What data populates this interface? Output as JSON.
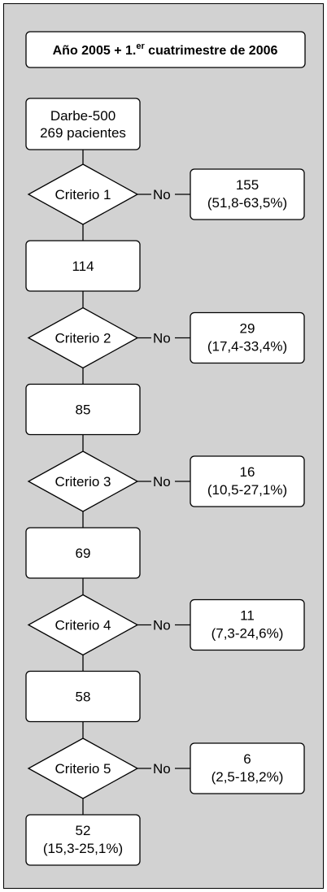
{
  "title": {
    "prefix": "Año 2005 + 1.",
    "superscript": "er",
    "suffix": " cuatrimestre de 2006"
  },
  "start": {
    "line1": "Darbe-500",
    "line2": "269 pacientes"
  },
  "steps": [
    {
      "criterion": "Criterio 1",
      "no_label": "No",
      "excluded_count": "155",
      "excluded_range": "(51,8-63,5%)",
      "remaining_line1": "114",
      "remaining_line2": ""
    },
    {
      "criterion": "Criterio 2",
      "no_label": "No",
      "excluded_count": "29",
      "excluded_range": "(17,4-33,4%)",
      "remaining_line1": "85",
      "remaining_line2": ""
    },
    {
      "criterion": "Criterio 3",
      "no_label": "No",
      "excluded_count": "16",
      "excluded_range": "(10,5-27,1%)",
      "remaining_line1": "69",
      "remaining_line2": ""
    },
    {
      "criterion": "Criterio 4",
      "no_label": "No",
      "excluded_count": "11",
      "excluded_range": "(7,3-24,6%)",
      "remaining_line1": "58",
      "remaining_line2": ""
    },
    {
      "criterion": "Criterio 5",
      "no_label": "No",
      "excluded_count": "6",
      "excluded_range": "(2,5-18,2%)",
      "remaining_line1": "52",
      "remaining_line2": "(15,3-25,1%)"
    }
  ],
  "colors": {
    "background": "#d2d2d2",
    "box_fill": "#ffffff",
    "stroke": "#000000"
  }
}
